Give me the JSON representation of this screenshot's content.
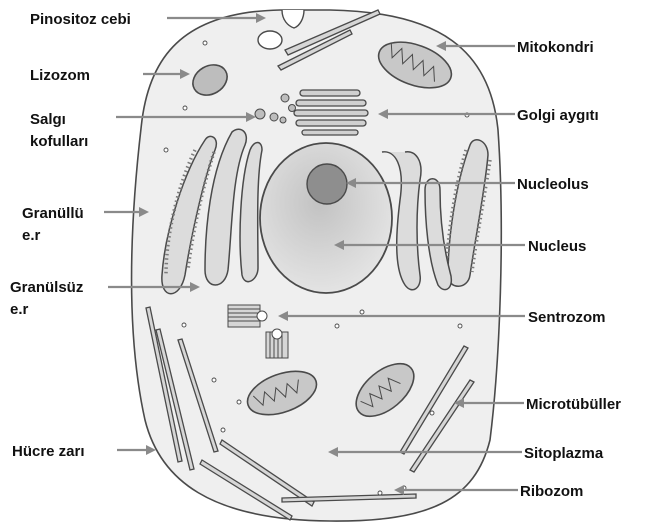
{
  "labels": {
    "pinositoz": "Pinositoz cebi",
    "lizozom": "Lizozom",
    "salgi_1": "Salgı",
    "salgi_2": "kofulları",
    "granullu_1": "Granüllü",
    "granullu_2": "e.r",
    "granulsuz_1": "Granülsüz",
    "granulsuz_2": "e.r",
    "hucre_zari": "Hücre zarı",
    "mitokondri": "Mitokondri",
    "golgi": "Golgi aygıtı",
    "nucleolus": "Nucleolus",
    "nucleus": "Nucleus",
    "sentrozom": "Sentrozom",
    "microtubuller": "Microtübüller",
    "sitoplazma": "Sitoplazma",
    "ribozom": "Ribozom"
  },
  "colors": {
    "cytoplasm": "#efefef",
    "nucleus": "#d4d4d4",
    "nucleolus": "#8e8e8e",
    "arrow": "#8a8a8a",
    "outline": "#4a4a4a"
  }
}
